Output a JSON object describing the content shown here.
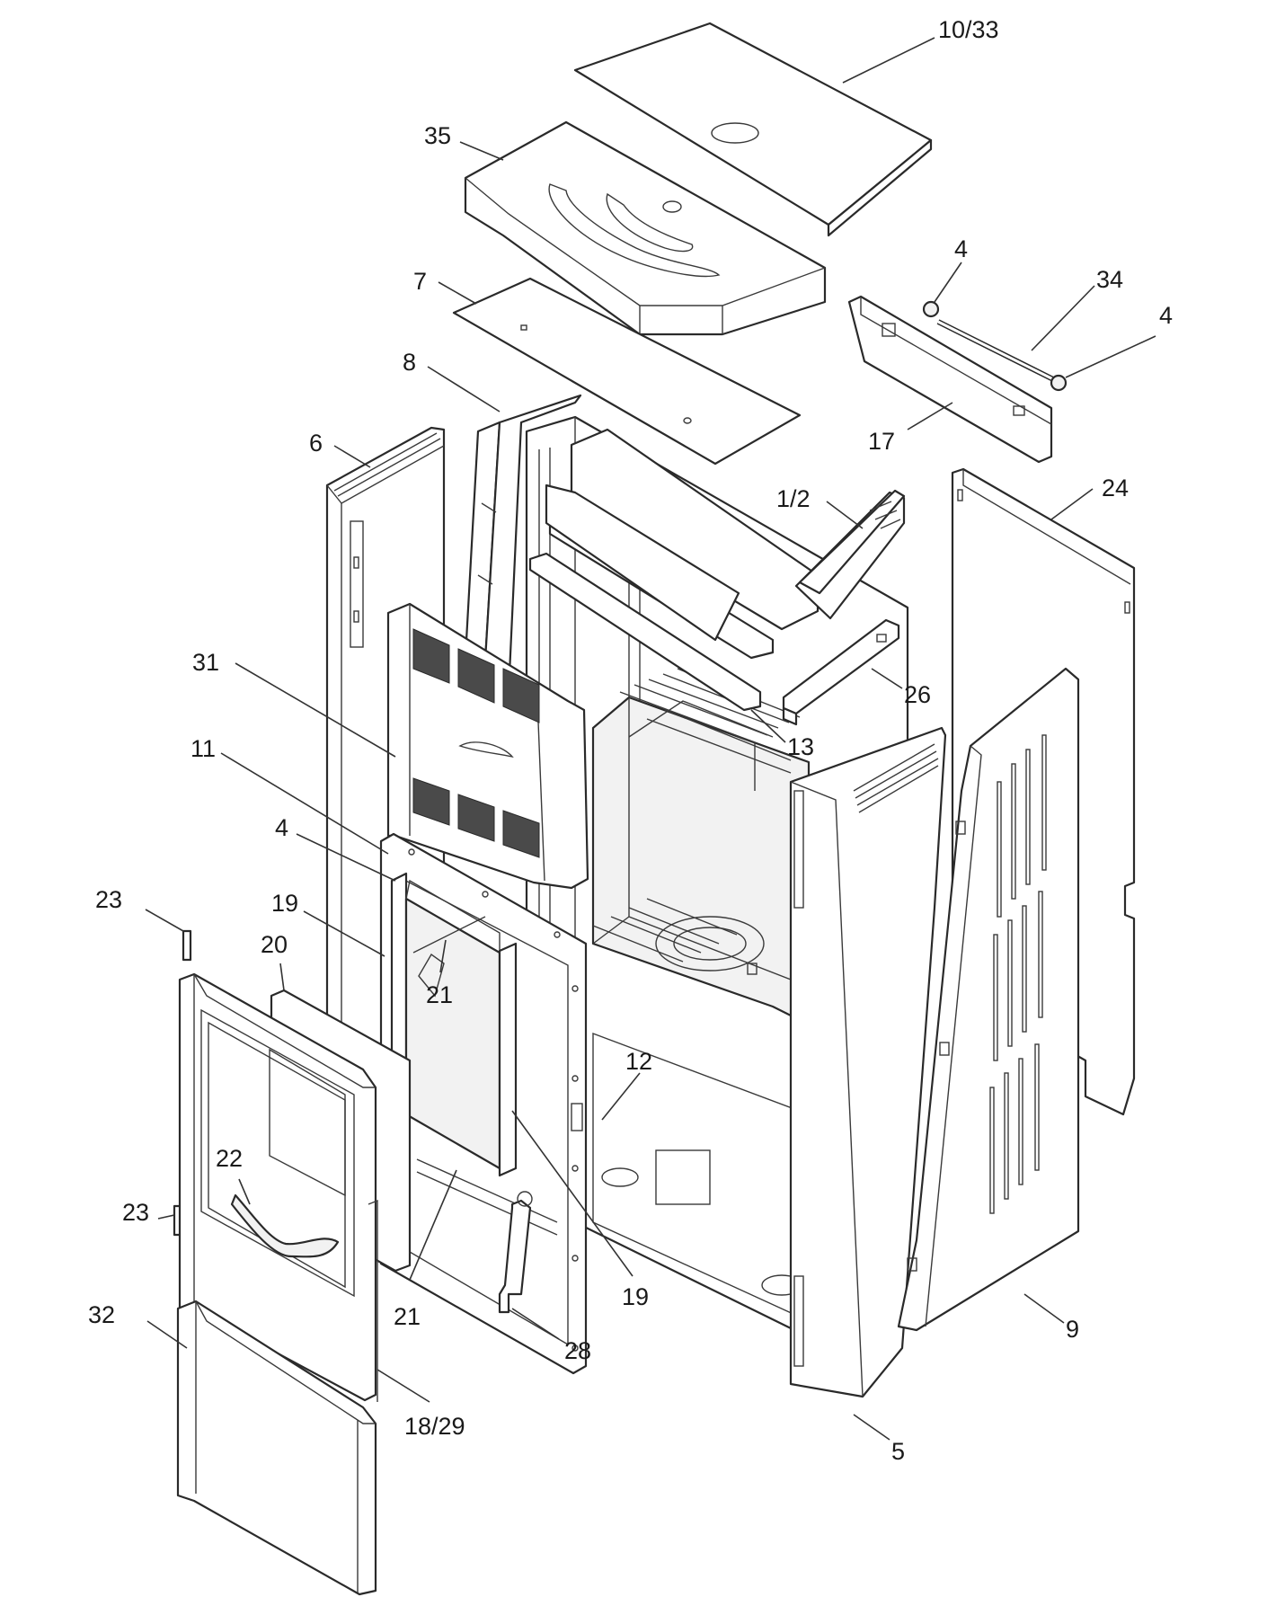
{
  "callouts": [
    {
      "id": "c10-33",
      "text": "10/33"
    },
    {
      "id": "c35",
      "text": "35"
    },
    {
      "id": "c4-top-a",
      "text": "4"
    },
    {
      "id": "c34",
      "text": "34"
    },
    {
      "id": "c4-top-b",
      "text": "4"
    },
    {
      "id": "c7",
      "text": "7"
    },
    {
      "id": "c8",
      "text": "8"
    },
    {
      "id": "c17",
      "text": "17"
    },
    {
      "id": "c6",
      "text": "6"
    },
    {
      "id": "c1-2",
      "text": "1/2"
    },
    {
      "id": "c24",
      "text": "24"
    },
    {
      "id": "c31",
      "text": "31"
    },
    {
      "id": "c26",
      "text": "26"
    },
    {
      "id": "c11",
      "text": "11"
    },
    {
      "id": "c13",
      "text": "13"
    },
    {
      "id": "c4-mid",
      "text": "4"
    },
    {
      "id": "c23-top",
      "text": "23"
    },
    {
      "id": "c19-left",
      "text": "19"
    },
    {
      "id": "c20",
      "text": "20"
    },
    {
      "id": "c21-top",
      "text": "21"
    },
    {
      "id": "c12",
      "text": "12"
    },
    {
      "id": "c22",
      "text": "22"
    },
    {
      "id": "c23-low",
      "text": "23"
    },
    {
      "id": "c21-low",
      "text": "21"
    },
    {
      "id": "c19-right",
      "text": "19"
    },
    {
      "id": "c9",
      "text": "9"
    },
    {
      "id": "c32",
      "text": "32"
    },
    {
      "id": "c28",
      "text": "28"
    },
    {
      "id": "c18-29",
      "text": "18/29"
    },
    {
      "id": "c5",
      "text": "5"
    }
  ]
}
